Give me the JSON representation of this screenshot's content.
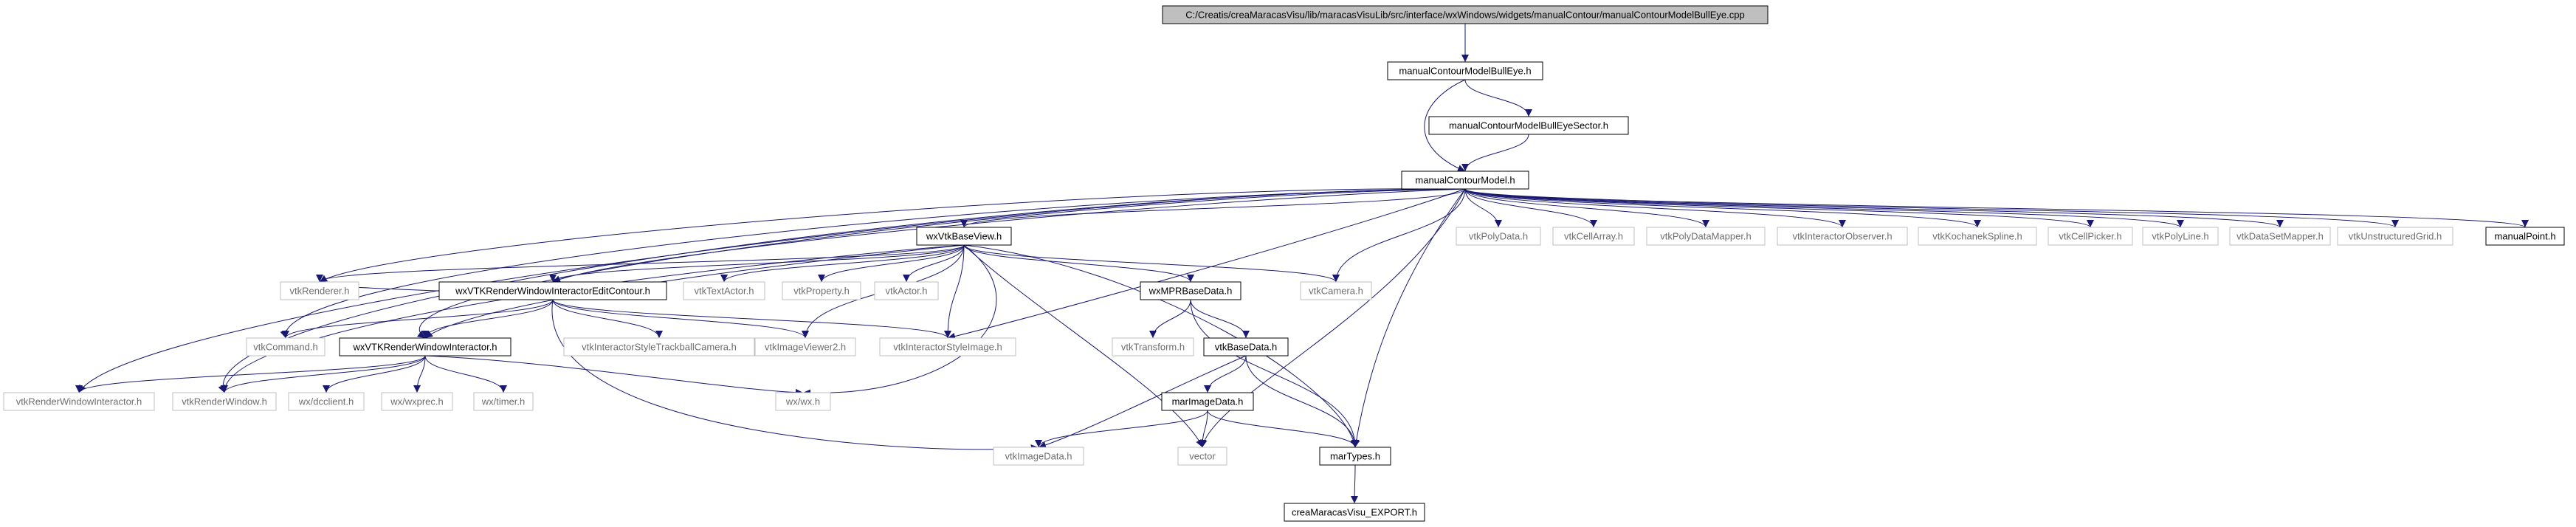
{
  "nodes": [
    {
      "id": "root",
      "label": "C:/Creatis/creaMaracasVisu/lib/maracasVisuLib/src/interface/wxWindows/widgets/manualContour/manualContourModelBullEye.cpp",
      "kind": "root"
    },
    {
      "id": "mcmbe_h",
      "label": "manualContourModelBullEye.h",
      "kind": "doc"
    },
    {
      "id": "mcmbes_h",
      "label": "manualContourModelBullEyeSector.h",
      "kind": "doc"
    },
    {
      "id": "mcm_h",
      "label": "manualContourModel.h",
      "kind": "doc"
    },
    {
      "id": "wxvtkbv_h",
      "label": "wxVtkBaseView.h",
      "kind": "doc"
    },
    {
      "id": "vtkpolydata_h",
      "label": "vtkPolyData.h",
      "kind": "ext"
    },
    {
      "id": "vtkcellarray_h",
      "label": "vtkCellArray.h",
      "kind": "ext"
    },
    {
      "id": "vtkpolydatamapper_h",
      "label": "vtkPolyDataMapper.h",
      "kind": "ext"
    },
    {
      "id": "vtkinteractorobserver_h",
      "label": "vtkInteractorObserver.h",
      "kind": "ext"
    },
    {
      "id": "vtkkochanekspline_h",
      "label": "vtkKochanekSpline.h",
      "kind": "ext"
    },
    {
      "id": "vtkcellpicker_h",
      "label": "vtkCellPicker.h",
      "kind": "ext"
    },
    {
      "id": "vtkpolyline_h",
      "label": "vtkPolyLine.h",
      "kind": "ext"
    },
    {
      "id": "vtkdatasetmapper_h",
      "label": "vtkDataSetMapper.h",
      "kind": "ext"
    },
    {
      "id": "vtkunstructuredgrid_h",
      "label": "vtkUnstructuredGrid.h",
      "kind": "ext"
    },
    {
      "id": "manualpoint_h",
      "label": "manualPoint.h",
      "kind": "doc"
    },
    {
      "id": "vtkrenderer_h",
      "label": "vtkRenderer.h",
      "kind": "ext"
    },
    {
      "id": "wxvtkrwiec_h",
      "label": "wxVTKRenderWindowInteractorEditContour.h",
      "kind": "doc"
    },
    {
      "id": "vtktextactor_h",
      "label": "vtkTextActor.h",
      "kind": "ext"
    },
    {
      "id": "vtkproperty_h",
      "label": "vtkProperty.h",
      "kind": "ext"
    },
    {
      "id": "vtkactor_h",
      "label": "vtkActor.h",
      "kind": "ext"
    },
    {
      "id": "wxmprbasedata_h",
      "label": "wxMPRBaseData.h",
      "kind": "doc"
    },
    {
      "id": "vtkcamera_h",
      "label": "vtkCamera.h",
      "kind": "ext"
    },
    {
      "id": "vtkcommand_h",
      "label": "vtkCommand.h",
      "kind": "ext"
    },
    {
      "id": "wxvtkrwi_h",
      "label": "wxVTKRenderWindowInteractor.h",
      "kind": "doc"
    },
    {
      "id": "vtkistc_h",
      "label": "vtkInteractorStyleTrackballCamera.h",
      "kind": "ext"
    },
    {
      "id": "vtkimageviewer2_h",
      "label": "vtkImageViewer2.h",
      "kind": "ext"
    },
    {
      "id": "vtkinteractorstyleimage_h",
      "label": "vtkInteractorStyleImage.h",
      "kind": "ext"
    },
    {
      "id": "vtktransform_h",
      "label": "vtkTransform.h",
      "kind": "ext"
    },
    {
      "id": "vtkbasedata_h",
      "label": "vtkBaseData.h",
      "kind": "doc"
    },
    {
      "id": "vtkrwi_h",
      "label": "vtkRenderWindowInteractor.h",
      "kind": "ext"
    },
    {
      "id": "vtkrenderwindow_h",
      "label": "vtkRenderWindow.h",
      "kind": "ext"
    },
    {
      "id": "wxdcclient_h",
      "label": "wx/dcclient.h",
      "kind": "ext"
    },
    {
      "id": "wxwxprec_h",
      "label": "wx/wxprec.h",
      "kind": "ext"
    },
    {
      "id": "wxtimer_h",
      "label": "wx/timer.h",
      "kind": "ext"
    },
    {
      "id": "wxwx_h",
      "label": "wx/wx.h",
      "kind": "ext"
    },
    {
      "id": "marimagedata_h",
      "label": "marImageData.h",
      "kind": "doc"
    },
    {
      "id": "vtkimagedata_h",
      "label": "vtkImageData.h",
      "kind": "ext"
    },
    {
      "id": "vector",
      "label": "vector",
      "kind": "ext"
    },
    {
      "id": "martypes_h",
      "label": "marTypes.h",
      "kind": "doc"
    },
    {
      "id": "export_h",
      "label": "creaMaracasVisu_EXPORT.h",
      "kind": "doc"
    }
  ],
  "edges": [
    [
      "root",
      "mcmbe_h"
    ],
    [
      "mcmbe_h",
      "mcmbes_h"
    ],
    [
      "mcmbe_h",
      "mcm_h"
    ],
    [
      "mcmbes_h",
      "mcm_h"
    ],
    [
      "mcm_h",
      "wxvtkbv_h"
    ],
    [
      "mcm_h",
      "vtkpolydata_h"
    ],
    [
      "mcm_h",
      "vtkcellarray_h"
    ],
    [
      "mcm_h",
      "vtkpolydatamapper_h"
    ],
    [
      "mcm_h",
      "vtkinteractorobserver_h"
    ],
    [
      "mcm_h",
      "vtkkochanekspline_h"
    ],
    [
      "mcm_h",
      "vtkcellpicker_h"
    ],
    [
      "mcm_h",
      "vtkpolyline_h"
    ],
    [
      "mcm_h",
      "vtkdatasetmapper_h"
    ],
    [
      "mcm_h",
      "vtkunstructuredgrid_h"
    ],
    [
      "mcm_h",
      "manualpoint_h"
    ],
    [
      "mcm_h",
      "vtkrenderer_h"
    ],
    [
      "mcm_h",
      "wxvtkrwiec_h"
    ],
    [
      "mcm_h",
      "vtkcamera_h"
    ],
    [
      "mcm_h",
      "vtkcommand_h"
    ],
    [
      "mcm_h",
      "wxvtkrwi_h"
    ],
    [
      "mcm_h",
      "vtkinteractorstyleimage_h"
    ],
    [
      "mcm_h",
      "vtkrwi_h"
    ],
    [
      "mcm_h",
      "vtkrenderwindow_h"
    ],
    [
      "mcm_h",
      "vector"
    ],
    [
      "mcm_h",
      "martypes_h"
    ],
    [
      "wxvtkbv_h",
      "vtkrenderer_h"
    ],
    [
      "wxvtkbv_h",
      "wxvtkrwiec_h"
    ],
    [
      "wxvtkbv_h",
      "vtktextactor_h"
    ],
    [
      "wxvtkbv_h",
      "vtkproperty_h"
    ],
    [
      "wxvtkbv_h",
      "vtkactor_h"
    ],
    [
      "wxvtkbv_h",
      "wxmprbasedata_h"
    ],
    [
      "wxvtkbv_h",
      "vtkcamera_h"
    ],
    [
      "wxvtkbv_h",
      "wxvtkrwi_h"
    ],
    [
      "wxvtkbv_h",
      "vtkimageviewer2_h"
    ],
    [
      "wxvtkbv_h",
      "vtkinteractorstyleimage_h"
    ],
    [
      "wxvtkbv_h",
      "wxwx_h"
    ],
    [
      "wxvtkbv_h",
      "vtkrenderwindow_h"
    ],
    [
      "wxvtkbv_h",
      "vector"
    ],
    [
      "wxvtkbv_h",
      "martypes_h"
    ],
    [
      "wxvtkrwiec_h",
      "vtkrenderer_h"
    ],
    [
      "wxvtkrwiec_h",
      "vtkcommand_h"
    ],
    [
      "wxvtkrwiec_h",
      "wxvtkrwi_h"
    ],
    [
      "wxvtkrwiec_h",
      "vtkistc_h"
    ],
    [
      "wxvtkrwiec_h",
      "vtkimageviewer2_h"
    ],
    [
      "wxvtkrwiec_h",
      "vtkinteractorstyleimage_h"
    ],
    [
      "wxvtkrwiec_h",
      "vtkimagedata_h"
    ],
    [
      "wxvtkrwi_h",
      "vtkrwi_h"
    ],
    [
      "wxvtkrwi_h",
      "vtkrenderwindow_h"
    ],
    [
      "wxvtkrwi_h",
      "wxdcclient_h"
    ],
    [
      "wxvtkrwi_h",
      "wxwxprec_h"
    ],
    [
      "wxvtkrwi_h",
      "wxtimer_h"
    ],
    [
      "wxvtkrwi_h",
      "wxwx_h"
    ],
    [
      "wxmprbasedata_h",
      "vtktransform_h"
    ],
    [
      "wxmprbasedata_h",
      "vtkbasedata_h"
    ],
    [
      "wxmprbasedata_h",
      "martypes_h"
    ],
    [
      "vtkbasedata_h",
      "marimagedata_h"
    ],
    [
      "vtkbasedata_h",
      "vtkimagedata_h"
    ],
    [
      "vtkbasedata_h",
      "martypes_h"
    ],
    [
      "marimagedata_h",
      "vtkimagedata_h"
    ],
    [
      "marimagedata_h",
      "vector"
    ],
    [
      "marimagedata_h",
      "martypes_h"
    ],
    [
      "martypes_h",
      "export_h"
    ]
  ],
  "colors": {
    "edge": "#191970",
    "doc_border": "#000000",
    "ext_border": "#bfbfbf",
    "root_fill": "#bfbfbf",
    "node_fill": "#ffffff"
  }
}
